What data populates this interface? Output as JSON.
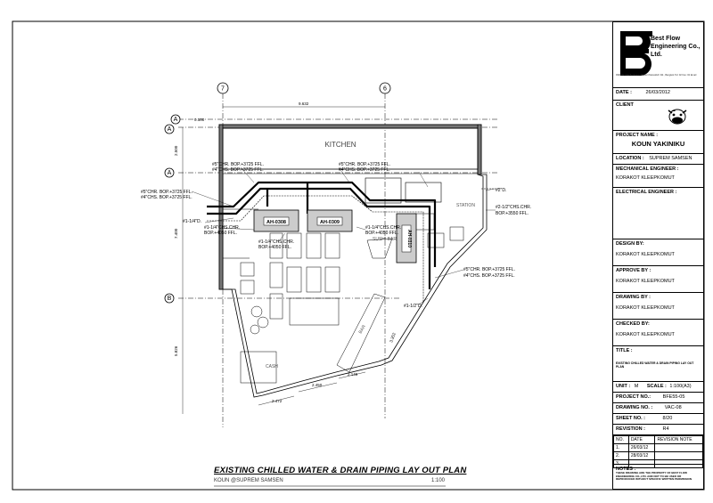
{
  "company": {
    "line1": "Best Flow",
    "line2": "Engineering Co., Ltd.",
    "address": "999/382 Villa Bordeaux, Prasert Manukitch Rd., Bangkok Tel: 02 Fax: 02 Email"
  },
  "title_block": {
    "date_label": "DATE :",
    "date_value": "26/03/2012",
    "client_label": "CLIENT",
    "project_name_label": "PROJECT NAME :",
    "project_name": "KOUN YAKINIKU",
    "location_label": "LOCATION :",
    "location_value": "SUPREM SAMSEN",
    "mech_eng_label": "MECHANICAL ENGINEER :",
    "mech_eng_value": "KORAKOT  KLEEPKOMUT",
    "elec_eng_label": "ELECTRICAL ENGINEER :",
    "design_label": "DESIGN BY:",
    "design_value": "KORAKOT  KLEEPKOMUT",
    "approve_label": "APPROVE BY :",
    "approve_value": "KORAKOT  KLEEPKOMUT",
    "drawing_by_label": "DRAWING BY :",
    "drawing_by_value": "KORAKOT  KLEEPKOMUT",
    "checked_label": "CHECKED BY:",
    "checked_value": "KORAKOT  KLEEPKOMUT",
    "title_label": "TITLE :",
    "title_value": "EXISTING CHILLED WATER & DRAIN PIPING LAY OUT PLAN",
    "unit_label": "UNIT :",
    "unit_value": "M",
    "scale_label": "SCALE :",
    "scale_value": "1:100(A3)",
    "project_no_label": "PROJECT NO.:",
    "project_no_value": "BFE55-05",
    "drawing_no_label": "DRAWING NO. :",
    "drawing_no_value": "VAC-08",
    "sheet_no_label": "SHEET NO. :",
    "sheet_no_value": "8/20",
    "revision_label": "REVISTION :",
    "revision_value": "R4",
    "rev_headers": [
      "NO.",
      "DATE",
      "REVISION NOTE"
    ],
    "rev_rows": [
      [
        "1.",
        "26/03/12",
        ""
      ],
      [
        "2.",
        "28/03/12",
        ""
      ],
      [
        "3.",
        "",
        ""
      ]
    ],
    "notes_label": "NOTES :",
    "notes_text": "THESE DRAWING ARE THE PROPERTY OF BEST FLOW ENGINEERING CO.,LTD. AND NOT TO BE USED OR REPRODUCED WITHOUT SPECIFIC WRITTEN PERMISSION"
  },
  "drawing": {
    "title": "EXISTING CHILLED WATER & DRAIN PIPING LAY OUT PLAN",
    "subtitle": "KOUN @SUPREM SAMSEN",
    "scale": "1:100",
    "grid": {
      "col7": "7",
      "col6": "6",
      "rowA": "A",
      "rowA1": "A",
      "rowA2": "A",
      "rowB": "B"
    },
    "dims": {
      "top": "9.632",
      "a_small": "0.100",
      "left_upper": "2.500",
      "left_mid": "7.400",
      "left_low": "5.826",
      "bot1": "2.472",
      "bot2": "2.450",
      "bot3": "2.149",
      "right_diag": "3.352"
    },
    "rooms": {
      "kitchen": "KITCHEN",
      "sushi": "SUSHI BAR",
      "bar": "BAR",
      "cash": "CASH",
      "station": "STATION"
    },
    "units": {
      "ah1": "AH-0308",
      "ah2": "AH-0309",
      "ah3": "AH-0310"
    },
    "notes": {
      "n1a": "#5\"CHR. BOP.+3725 FFL.",
      "n1b": "#4\"CHS. BOP.+3725 FFL.",
      "n2a": "#5\"CHR. BOP.+3725 FFL.",
      "n2b": "#4\"CHS. BOP.+3725 FFL.",
      "n3a": "#5\"CHR. BOP.+3725 FFL.",
      "n3b": "#4\"CHS. BOP.+3725 FFL.",
      "n4": "#2\"D.",
      "n5a": "#2-1/2\"CHS.CHR.",
      "n5b": "BOP.+3550 FFL.",
      "n6": "#1-1/4\"D.",
      "n7a": "#1-1/4\"CHS.CHR.",
      "n7b": "BOP.+4050 FFL.",
      "n8a": "#1-1/4\"CHS.CHR.",
      "n8b": "BOP.+4050 FFL.",
      "n9a": "#1-1/4\"CHS.CHR.",
      "n9b": "BOP.+4050 FFL.",
      "n10a": "#5\"CHR. BOP.+3725 FFL.",
      "n10b": "#4\"CHS. BOP.+3725 FFL.",
      "n11": "#1-1/2\"D."
    }
  },
  "colors": {
    "ink": "#000000",
    "hatch": "#777777"
  }
}
